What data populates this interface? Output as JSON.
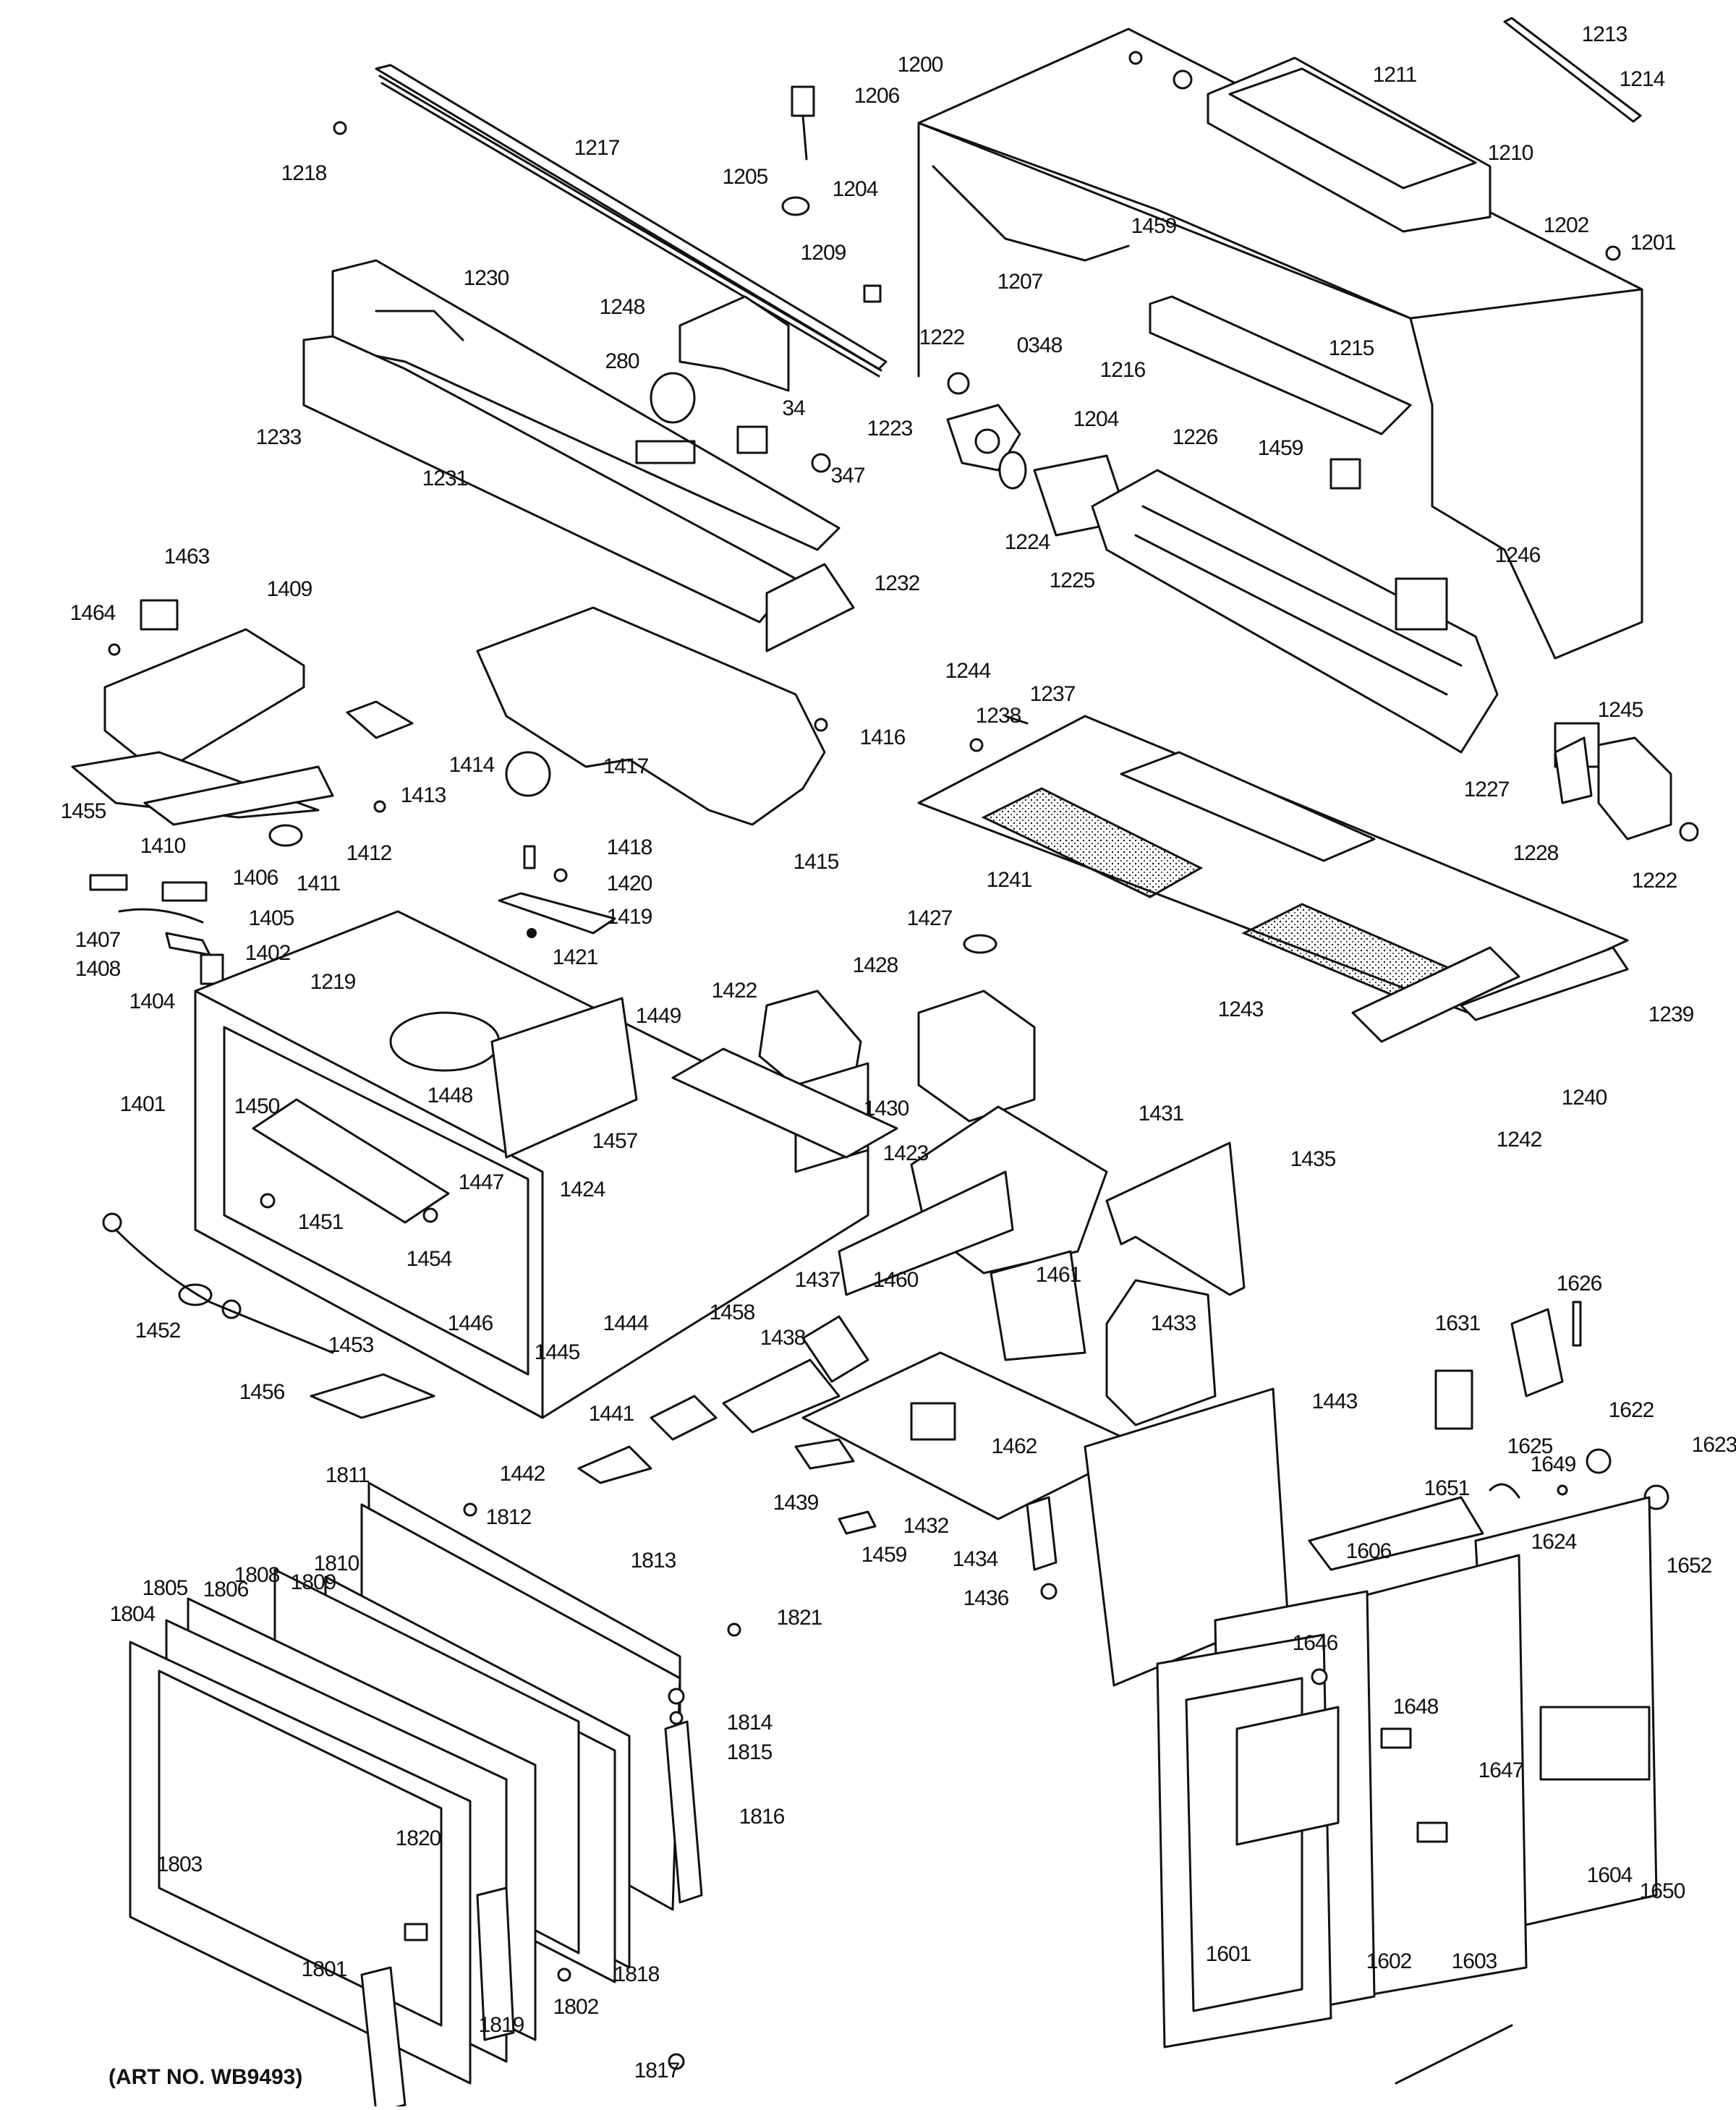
{
  "caption": "(ART NO. WB9493)",
  "colors": {
    "ink": "#111111",
    "paper": "#ffffff"
  },
  "labels": {
    "p1213": "1213",
    "p1214": "1214",
    "p1217": "1217",
    "p1218": "1218",
    "p1206": "1206",
    "p1200": "1200",
    "p1211": "1211",
    "p1210": "1210",
    "p1202": "1202",
    "p1201": "1201",
    "p1205": "1205",
    "p1204a": "1204",
    "p1209": "1209",
    "p1207": "1207",
    "p1459a": "1459",
    "p0348": "0348",
    "p1216": "1216",
    "p1215": "1215",
    "p1222a": "1222",
    "p1204b": "1204",
    "p1223": "1223",
    "p1230": "1230",
    "p1248": "1248",
    "p280": "280",
    "p34": "34",
    "p347": "347",
    "p1233": "1233",
    "p1231": "1231",
    "p1226": "1226",
    "p1459b": "1459",
    "p1224": "1224",
    "p1225": "1225",
    "p1246": "1246",
    "p1232": "1232",
    "p1463": "1463",
    "p1464": "1464",
    "p1409": "1409",
    "p1244": "1244",
    "p1416": "1416",
    "p1238": "1238",
    "p1237": "1237",
    "p1245": "1245",
    "p1227": "1227",
    "p1228": "1228",
    "p1222b": "1222",
    "p1414": "1414",
    "p1413": "1413",
    "p1417": "1417",
    "p1455": "1455",
    "p1410": "1410",
    "p1412": "1412",
    "p1411": "1411",
    "p1415": "1415",
    "p1241": "1241",
    "p1418": "1418",
    "p1420": "1420",
    "p1406": "1406",
    "p1405": "1405",
    "p1419": "1419",
    "p1407": "1407",
    "p1408": "1408",
    "p1404": "1404",
    "p1402": "1402",
    "p1421": "1421",
    "p1427": "1427",
    "p1219": "1219",
    "p1422": "1422",
    "p1428": "1428",
    "p1243": "1243",
    "p1239": "1239",
    "p1449": "1449",
    "p1240": "1240",
    "p1401": "1401",
    "p1450": "1450",
    "p1448": "1448",
    "p1430": "1430",
    "p1431": "1431",
    "p1242": "1242",
    "p1457": "1457",
    "p1423": "1423",
    "p1435": "1435",
    "p1447": "1447",
    "p1424": "1424",
    "p1451": "1451",
    "p1454": "1454",
    "p1461": "1461",
    "p1437": "1437",
    "p1460": "1460",
    "p1626": "1626",
    "p1452": "1452",
    "p1453": "1453",
    "p1446": "1446",
    "p1444": "1444",
    "p1458": "1458",
    "p1433": "1433",
    "p1631": "1631",
    "p1445": "1445",
    "p1438": "1438",
    "p1443": "1443",
    "p1456": "1456",
    "p1625": "1625",
    "p1622": "1622",
    "p1623": "1623",
    "p1441": "1441",
    "p1462": "1462",
    "p1649": "1649",
    "p1442": "1442",
    "p1811": "1811",
    "p1812": "1812",
    "p1439": "1439",
    "p1432": "1432",
    "p1651": "1651",
    "p1624": "1624",
    "p1813": "1813",
    "p1808": "1808",
    "p1810": "1810",
    "p1459c": "1459",
    "p1434": "1434",
    "p1606": "1606",
    "p1652": "1652",
    "p1805": "1805",
    "p1806": "1806",
    "p1809": "1809",
    "p1436": "1436",
    "p1804": "1804",
    "p1821": "1821",
    "p1646": "1646",
    "p1648": "1648",
    "p1814": "1814",
    "p1815": "1815",
    "p1647": "1647",
    "p1816": "1816",
    "p1820": "1820",
    "p1803": "1803",
    "p1604": "1604",
    "p1650": "1650",
    "p1601": "1601",
    "p1602": "1602",
    "p1603": "1603",
    "p1801": "1801",
    "p1818": "1818",
    "p1802": "1802",
    "p1819": "1819",
    "p1817": "1817"
  }
}
